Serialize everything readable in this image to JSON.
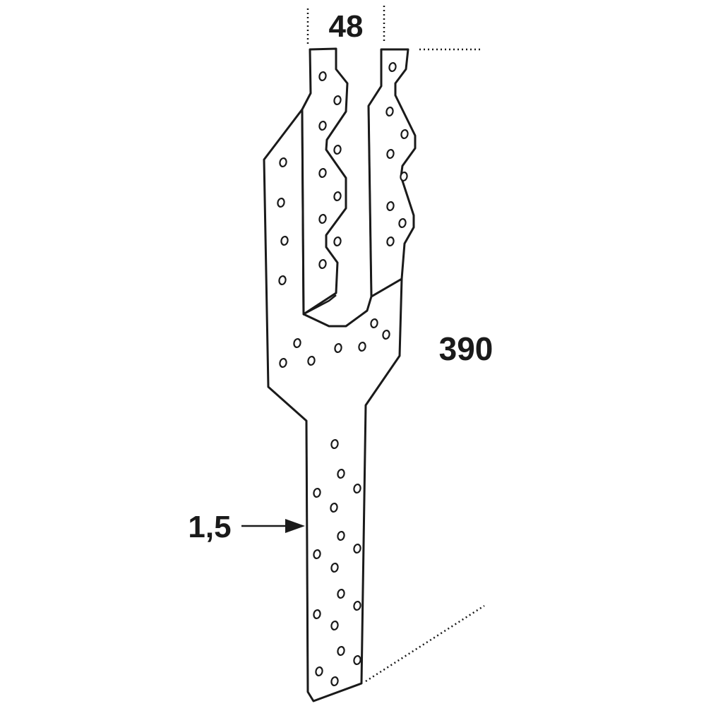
{
  "diagram": {
    "dimensions": {
      "width_label": "48",
      "height_label": "390",
      "thickness_label": "1,5"
    },
    "colors": {
      "line": "#1a1a1a",
      "metal": "#ffffff",
      "background": "#ffffff"
    }
  }
}
